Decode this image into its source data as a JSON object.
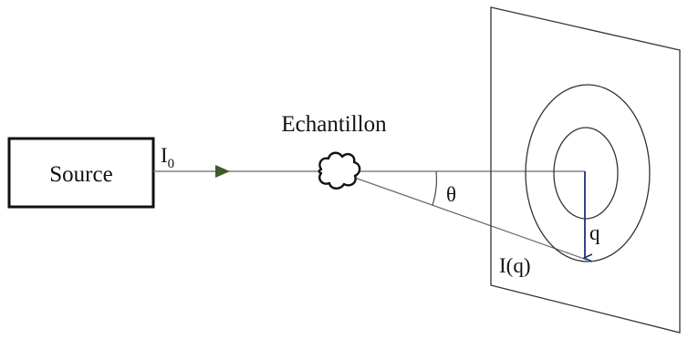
{
  "source": {
    "label": "Source"
  },
  "incident_intensity": {
    "symbol": "I",
    "subscript": "0"
  },
  "sample": {
    "label": "Echantillon"
  },
  "angle": {
    "symbol": "θ"
  },
  "scattering_vector": {
    "label": "q"
  },
  "scattered_intensity": {
    "label": "I(q)"
  },
  "colors": {
    "line": "#2a2a2a",
    "beam": "#6b6b6b",
    "arrow_head": "#3d5a2a",
    "q_vector": "#1f2f7a",
    "background": "#ffffff"
  }
}
